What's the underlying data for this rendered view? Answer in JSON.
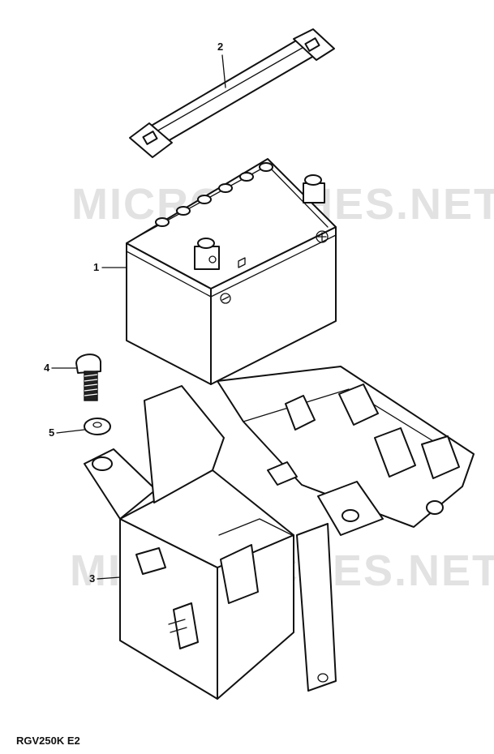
{
  "watermark": "MICROFICHES.NET",
  "callouts": [
    "1",
    "2",
    "3",
    "4",
    "5"
  ],
  "model_code": "RGV250K E2"
}
